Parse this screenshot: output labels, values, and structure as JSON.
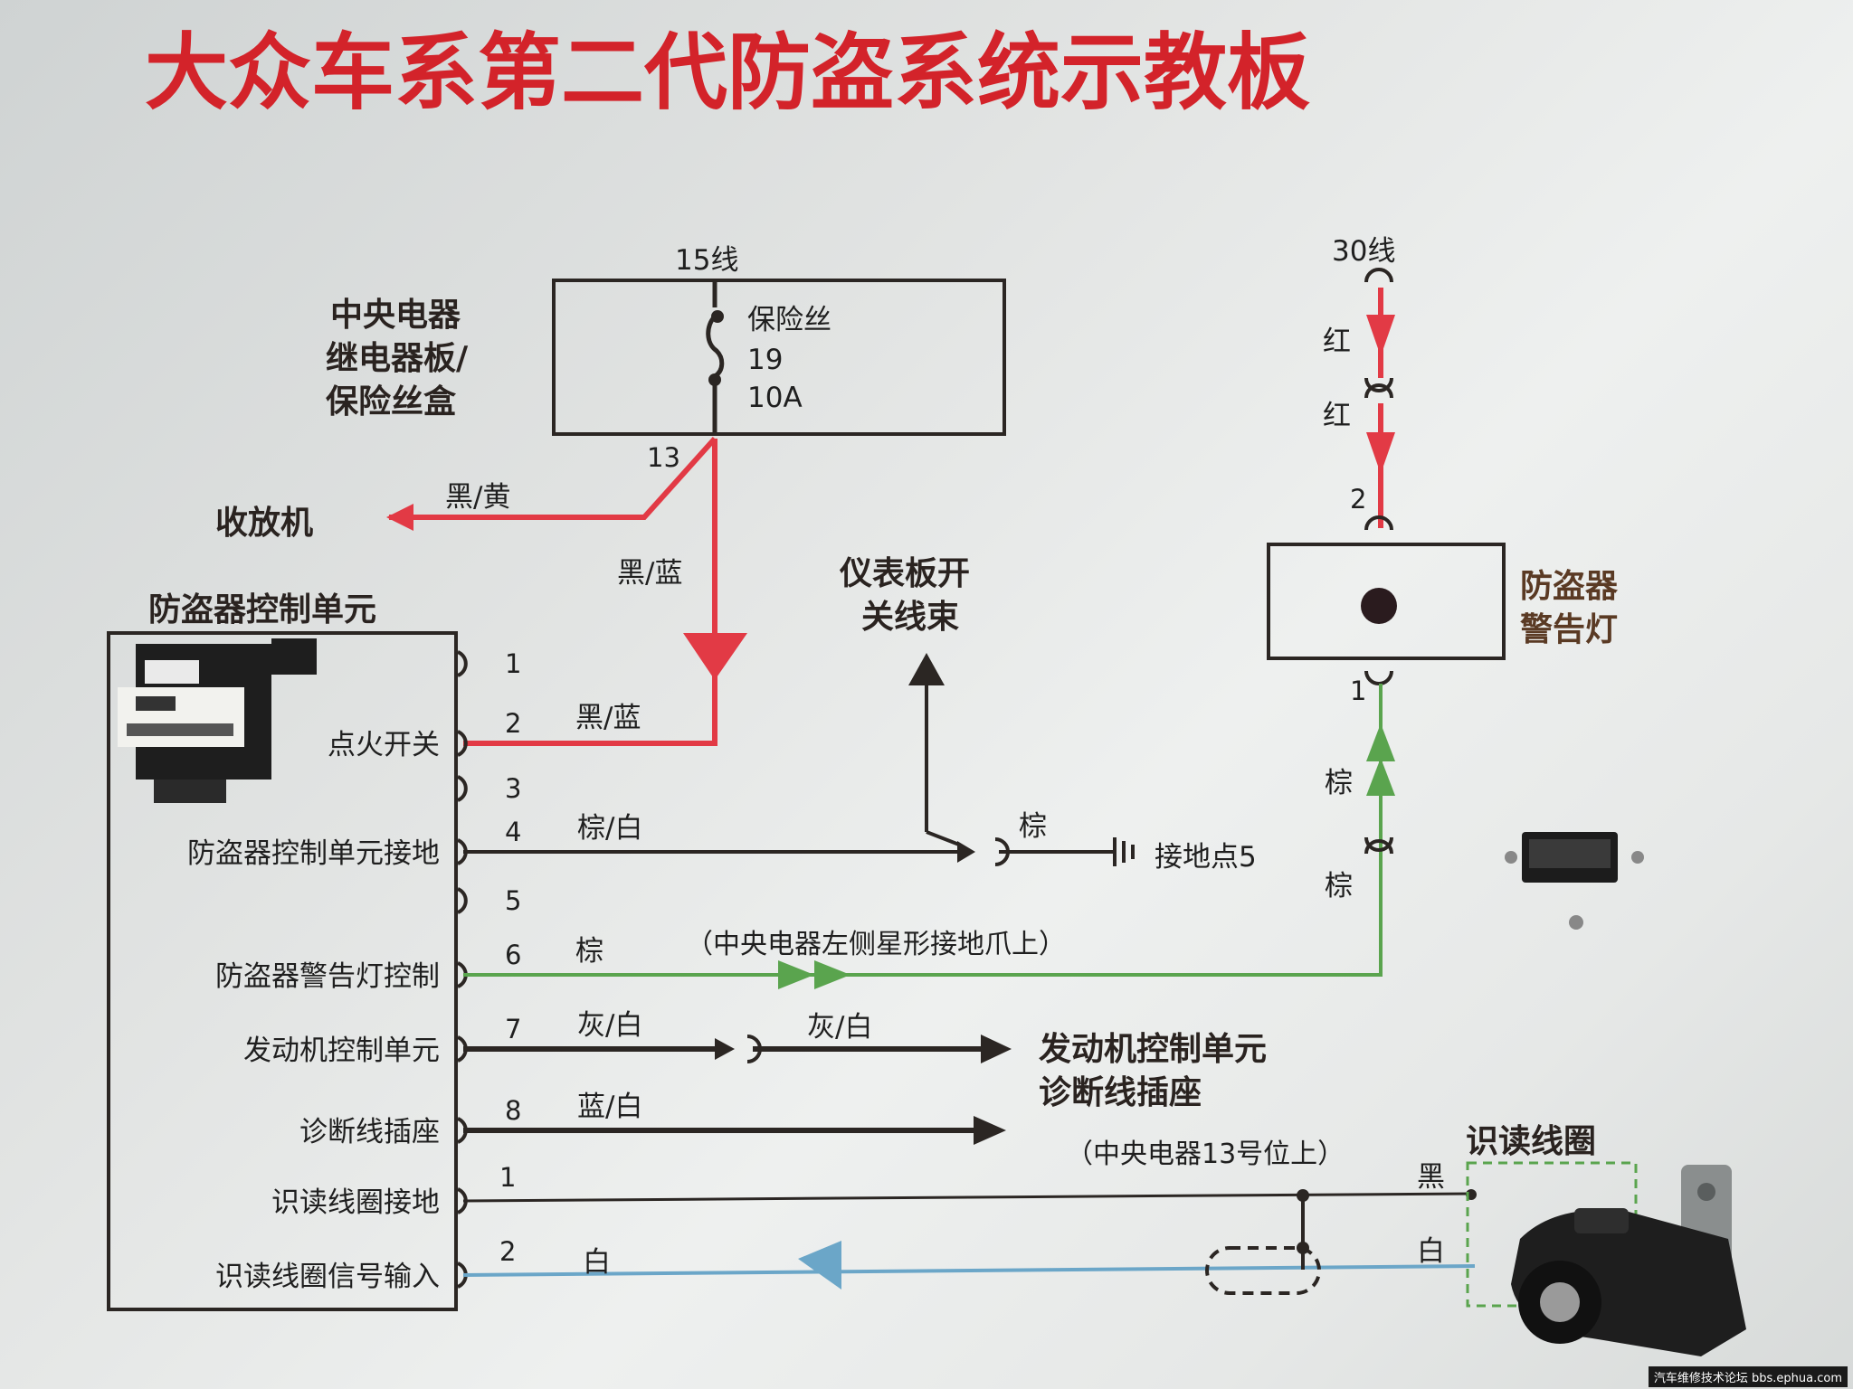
{
  "title": "大众车系第二代防盗系统示教板",
  "fuse_box": {
    "label_lines": [
      "中央电器",
      "继电器板/",
      "保险丝盒"
    ],
    "top_wire": "15线",
    "fuse_lines": [
      "保险丝",
      "19",
      "10A"
    ],
    "out_pin": "13"
  },
  "radio": {
    "label": "收放机",
    "wire": "黑/黄"
  },
  "ign_feed_wire": "黑/蓝",
  "dash_harness": {
    "label_lines": [
      "仪表板开",
      "关线束"
    ]
  },
  "warning_lamp": {
    "label_lines": [
      "防盗器",
      "警告灯"
    ],
    "feed_wire": "30线",
    "red_labels": [
      "红",
      "红"
    ],
    "pin_in": "2",
    "pin_out": "1",
    "brown_labels": [
      "棕",
      "棕"
    ]
  },
  "ecu": {
    "title": "防盗器控制单元",
    "pins": [
      {
        "num": "1",
        "label": "",
        "wire": ""
      },
      {
        "num": "2",
        "label": "点火开关",
        "wire": "黑/蓝"
      },
      {
        "num": "3",
        "label": "",
        "wire": ""
      },
      {
        "num": "4",
        "label": "防盗器控制单元接地",
        "wire": "棕/白"
      },
      {
        "num": "5",
        "label": "",
        "wire": ""
      },
      {
        "num": "6",
        "label": "防盗器警告灯控制",
        "wire": "棕"
      },
      {
        "num": "7",
        "label": "发动机控制单元",
        "wire": "灰/白"
      },
      {
        "num": "8",
        "label": "诊断线插座",
        "wire": "蓝/白"
      }
    ],
    "coil_pins": [
      {
        "num": "1",
        "label": "识读线圈接地"
      },
      {
        "num": "2",
        "label": "识读线圈信号输入"
      }
    ]
  },
  "ground": {
    "wire": "棕",
    "label": "接地点5"
  },
  "pin6_note": "（中央电器左侧星形接地爪上）",
  "pin7_wire2": "灰/白",
  "engine_ecu": {
    "label_lines": [
      "发动机控制单元",
      "诊断线插座"
    ]
  },
  "coil": {
    "note": "（中央电器13号位上）",
    "label": "识读线圈",
    "wire_black": "黑",
    "wire_white": "白",
    "signal_wire": "白"
  },
  "watermark": "汽车维修技术论坛 bbs.ephua.com",
  "colors": {
    "red": "#e23a45",
    "green": "#5aa44e",
    "dark": "#2b2623",
    "blue": "#6ba6c8",
    "title": "#d3232a"
  }
}
